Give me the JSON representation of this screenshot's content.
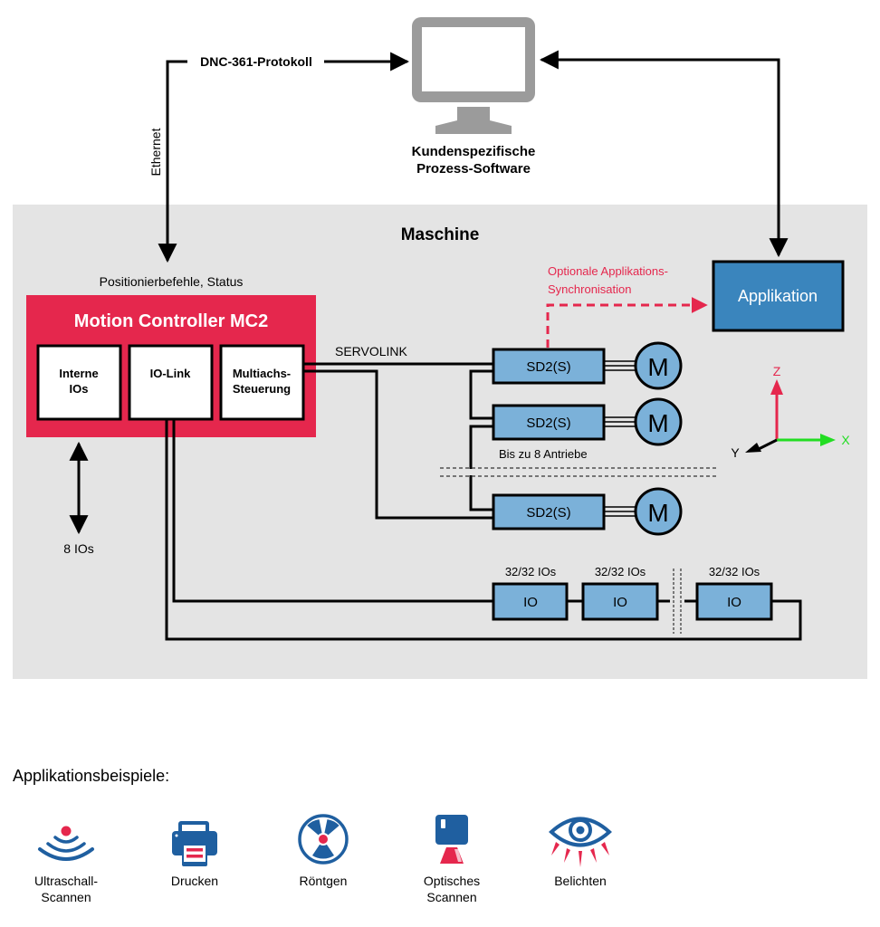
{
  "top": {
    "protocol_label": "DNC-361-Protokoll",
    "ethernet_label": "Ethernet",
    "software_line1": "Kundenspezifische",
    "software_line2": "Prozess-Software"
  },
  "machine": {
    "title": "Maschine",
    "commands_label": "Positionierbefehle, Status",
    "controller": {
      "title": "Motion Controller MC2",
      "blocks": [
        {
          "line1": "Interne",
          "line2": "IOs"
        },
        {
          "line1": "IO-Link",
          "line2": ""
        },
        {
          "line1": "Multiachs-",
          "line2": "Steuerung"
        }
      ]
    },
    "internal_io_label": "8 IOs",
    "servolink_label": "SERVOLINK",
    "sync_label_line1": "Optionale Applikations-",
    "sync_label_line2": "Synchronisation",
    "application_label": "Applikation",
    "drives": [
      {
        "label": "SD2(S)",
        "motor": "M"
      },
      {
        "label": "SD2(S)",
        "motor": "M"
      },
      {
        "label": "SD2(S)",
        "motor": "M"
      }
    ],
    "drives_note": "Bis zu 8 Antriebe",
    "io_modules": [
      {
        "label": "IO",
        "caption": "32/32 IOs"
      },
      {
        "label": "IO",
        "caption": "32/32 IOs"
      },
      {
        "label": "IO",
        "caption": "32/32 IOs"
      }
    ],
    "axes": {
      "x": "X",
      "y": "Y",
      "z": "Z"
    }
  },
  "examples": {
    "heading": "Applikationsbeispiele:",
    "items": [
      {
        "icon": "ultrasound-icon",
        "line1": "Ultraschall-",
        "line2": "Scannen"
      },
      {
        "icon": "printer-icon",
        "line1": "Drucken",
        "line2": ""
      },
      {
        "icon": "radiation-icon",
        "line1": "Röntgen",
        "line2": ""
      },
      {
        "icon": "optical-scanner-icon",
        "line1": "Optisches",
        "line2": "Scannen"
      },
      {
        "icon": "eye-exposure-icon",
        "line1": "Belichten",
        "line2": ""
      }
    ]
  },
  "colors": {
    "controller_red": "#e5274d",
    "drive_blue": "#7bb1d9",
    "application_blue": "#3a85bd",
    "icon_blue": "#1f5fa0",
    "machine_bg": "#e4e4e4",
    "monitor_gray": "#9b9b9b",
    "axis_green": "#22dd22"
  }
}
